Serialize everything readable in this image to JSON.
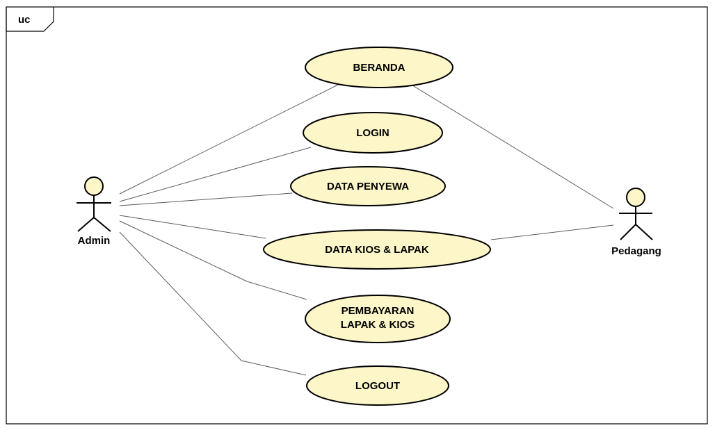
{
  "frame": {
    "label": "uc"
  },
  "colors": {
    "usecase_fill": "#fcf6c8",
    "stroke": "#000000",
    "line": "#5a5a5a",
    "background": "#ffffff"
  },
  "actors": [
    {
      "id": "admin",
      "name": "Admin"
    },
    {
      "id": "pedagang",
      "name": "Pedagang"
    }
  ],
  "usecases": [
    {
      "id": "beranda",
      "lines": [
        "BERANDA"
      ]
    },
    {
      "id": "login",
      "lines": [
        "LOGIN"
      ]
    },
    {
      "id": "data-penyewa",
      "lines": [
        "DATA PENYEWA"
      ]
    },
    {
      "id": "data-kios-lapak",
      "lines": [
        "DATA KIOS & LAPAK"
      ]
    },
    {
      "id": "pembayaran",
      "lines": [
        "PEMBAYARAN",
        "LAPAK & KIOS"
      ]
    },
    {
      "id": "logout",
      "lines": [
        "LOGOUT"
      ]
    }
  ],
  "associations": [
    {
      "from": "admin",
      "to": "beranda"
    },
    {
      "from": "admin",
      "to": "login"
    },
    {
      "from": "admin",
      "to": "data-penyewa"
    },
    {
      "from": "admin",
      "to": "data-kios-lapak"
    },
    {
      "from": "admin",
      "to": "pembayaran"
    },
    {
      "from": "admin",
      "to": "logout"
    },
    {
      "from": "pedagang",
      "to": "beranda"
    },
    {
      "from": "pedagang",
      "to": "data-kios-lapak"
    }
  ]
}
